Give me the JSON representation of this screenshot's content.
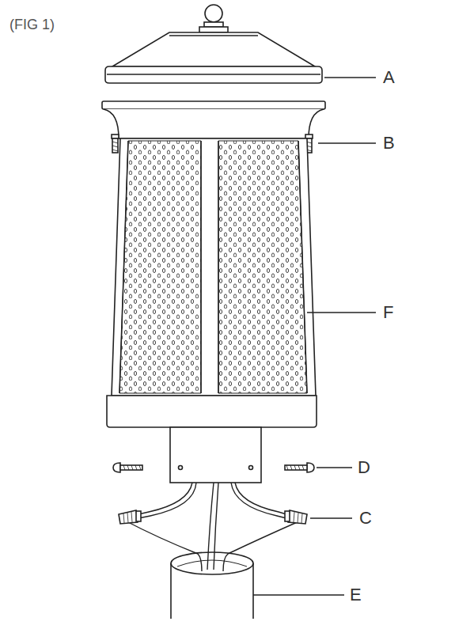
{
  "diagram": {
    "labels": [
      "(FIG 1)",
      "A",
      "B",
      "F",
      "D",
      "C",
      "E"
    ]
  }
}
